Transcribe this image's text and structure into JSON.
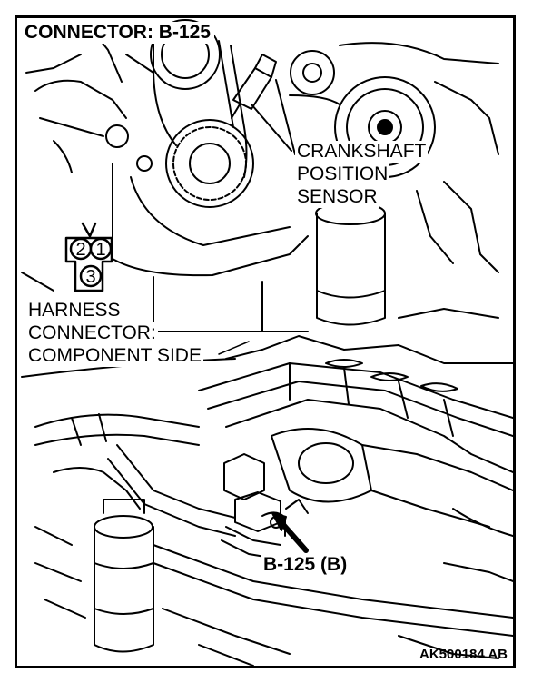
{
  "diagram": {
    "title": "CONNECTOR: B-125",
    "sensor_label": [
      "CRANKSHAFT",
      "POSITION",
      "SENSOR"
    ],
    "harness_label": [
      "HARNESS",
      "CONNECTOR:",
      "COMPONENT SIDE"
    ],
    "connector_pins": [
      "2",
      "1",
      "3"
    ],
    "location_label": "B-125 (B)",
    "reference_code": "AK500184 AB",
    "colors": {
      "ink": "#000000",
      "paper": "#ffffff"
    }
  }
}
